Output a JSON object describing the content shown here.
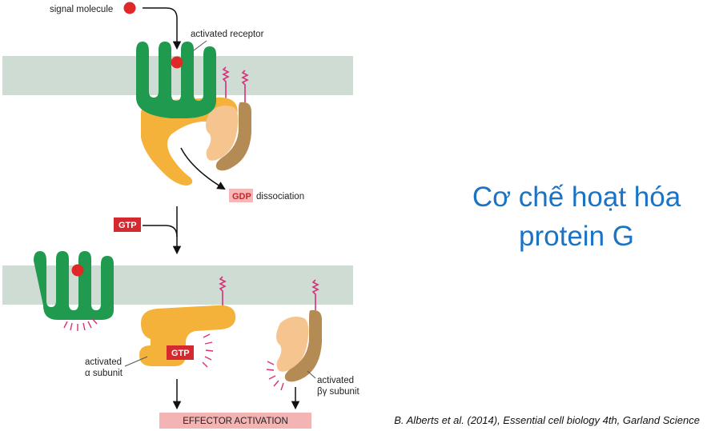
{
  "title": {
    "line1": "Cơ chế hoạt hóa",
    "line2": "protein G"
  },
  "citation": "B. Alberts et al. (2014), Essential cell biology 4th, Garland Science",
  "labels": {
    "signal_molecule": "signal molecule",
    "activated_receptor": "activated receptor",
    "gdp": "GDP",
    "dissociation": "dissociation",
    "gtp_input": "GTP",
    "gtp_bound": "GTP",
    "activated_alpha_line1": "activated",
    "activated_alpha_line2": "α subunit",
    "activated_betagamma_line1": "activated",
    "activated_betagamma_line2": "βγ subunit",
    "effector_activation": "EFFECTOR ACTIVATION"
  },
  "colors": {
    "membrane": "#cfdcd4",
    "receptor": "#1f9a4e",
    "signal": "#e02828",
    "alpha": "#f4b23a",
    "beta": "#f6c48f",
    "gamma": "#b48a55",
    "lipid_anchor": "#d6317a",
    "gtp_box": "#d42a2f",
    "gdp_box": "#f6b7b7",
    "effector_box": "#f4b4b4",
    "title": "#1a73c4"
  }
}
